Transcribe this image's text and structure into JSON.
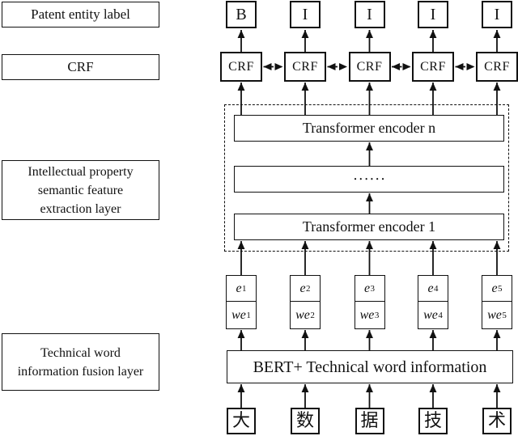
{
  "figure": {
    "background": "#ffffff",
    "line_color": "#111111",
    "left_labels": [
      {
        "label": "Patent entity label"
      },
      {
        "label": "CRF"
      },
      {
        "label": "Intellectual property semantic feature extraction layer"
      },
      {
        "label": "Technical word information fusion layer"
      }
    ],
    "columns": [
      {
        "tag": "B",
        "crf": "CRF",
        "e_base": "e",
        "e_sub": "1",
        "we_base": "we",
        "we_sub": "1",
        "char": "大"
      },
      {
        "tag": "I",
        "crf": "CRF",
        "e_base": "e",
        "e_sub": "2",
        "we_base": "we",
        "we_sub": "2",
        "char": "数"
      },
      {
        "tag": "I",
        "crf": "CRF",
        "e_base": "e",
        "e_sub": "3",
        "we_base": "we",
        "we_sub": "3",
        "char": "据"
      },
      {
        "tag": "I",
        "crf": "CRF",
        "e_base": "e",
        "e_sub": "4",
        "we_base": "we",
        "we_sub": "4",
        "char": "技"
      },
      {
        "tag": "I",
        "crf": "CRF",
        "e_base": "e",
        "e_sub": "5",
        "we_base": "we",
        "we_sub": "5",
        "char": "术"
      }
    ],
    "encoder_stack": {
      "encoder_n": "Transformer encoder n",
      "dots": "••••••",
      "encoder_1": "Transformer encoder 1"
    },
    "bert_label": "BERT+ Technical word information"
  }
}
